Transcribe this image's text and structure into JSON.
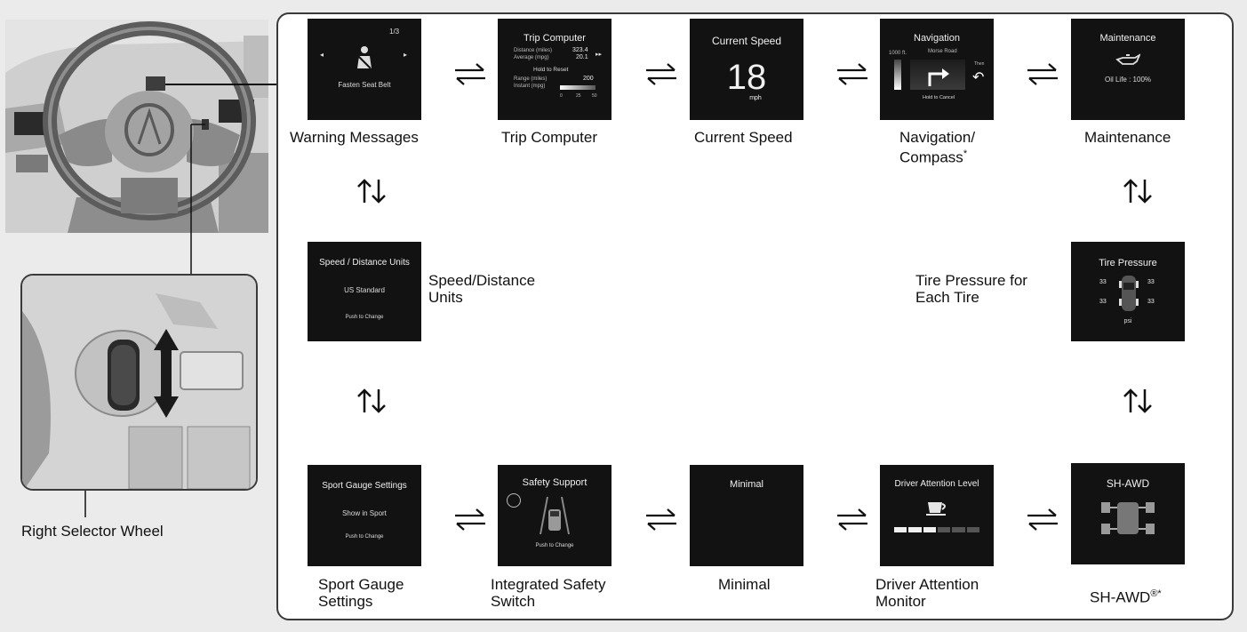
{
  "screens": {
    "warning": {
      "page": "1/3",
      "text": "Fasten Seat Belt"
    },
    "trip": {
      "title": "Trip Computer",
      "distance_label": "Distance (miles)",
      "distance_value": "323.4",
      "average_label": "Average (mpg)",
      "average_value": "20.1",
      "hold_label": "Hold to Reset",
      "range_label": "Range (miles)",
      "range_value": "200",
      "instant_label": "Instant (mpg)",
      "scale": [
        "0",
        "25",
        "50"
      ]
    },
    "speed": {
      "title": "Current Speed",
      "value": "18",
      "unit": "mph"
    },
    "nav": {
      "title": "Navigation",
      "distance": "1000 ft.",
      "road": "Morse Road",
      "then": "Then",
      "hold": "Hold to Cancel"
    },
    "maint": {
      "title": "Maintenance",
      "oil": "Oil Life : 100%"
    },
    "units": {
      "title": "Speed / Distance Units",
      "value": "US Standard",
      "push": "Push to Change"
    },
    "tire": {
      "title": "Tire Pressure",
      "fl": "33",
      "fr": "33",
      "rl": "33",
      "rr": "33",
      "unit": "psi"
    },
    "sport": {
      "title": "Sport Gauge Settings",
      "value": "Show in Sport",
      "push": "Push to Change"
    },
    "safety": {
      "title": "Safety Support",
      "push": "Push to Change"
    },
    "minimal": {
      "title": "Minimal"
    },
    "attention": {
      "title": "Driver Attention Level",
      "level": 0.5
    },
    "awd": {
      "title": "SH-AWD"
    }
  },
  "captions": {
    "warning": "Warning Messages",
    "trip": "Trip Computer",
    "speed": "Current Speed",
    "nav_line1": "Navigation/",
    "nav_line2": "Compass",
    "nav_mark": "*",
    "maint": "Maintenance",
    "units_line1": "Speed/Distance",
    "units_line2": "Units",
    "tire_line1": "Tire Pressure for",
    "tire_line2": "Each Tire",
    "sport_line1": "Sport Gauge",
    "sport_line2": "Settings",
    "safety_line1": "Integrated Safety",
    "safety_line2": "Switch",
    "minimal": "Minimal",
    "attention_line1": "Driver Attention",
    "attention_line2": "Monitor",
    "awd": "SH-AWD",
    "awd_mark": "®*",
    "selector": "Right Selector Wheel"
  },
  "icons": {
    "horizontal_arrow": "swap-horizontal-icon",
    "vertical_arrow": "swap-vertical-icon",
    "seatbelt": "seatbelt-icon",
    "oil": "oil-can-icon",
    "coffee": "coffee-cup-icon"
  }
}
